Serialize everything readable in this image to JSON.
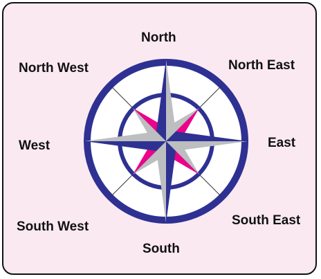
{
  "directions": {
    "north": "North",
    "north_east": "North East",
    "east": "East",
    "south_east": "South East",
    "south": "South",
    "south_west": "South West",
    "west": "West",
    "north_west": "North West"
  },
  "colors": {
    "background": "#fbe9f1",
    "ring": "#2e3192",
    "needle_dark": "#2e3192",
    "needle_light": "#bcbec0",
    "diagonal_points": "#ec008c",
    "outline": "#111111"
  }
}
